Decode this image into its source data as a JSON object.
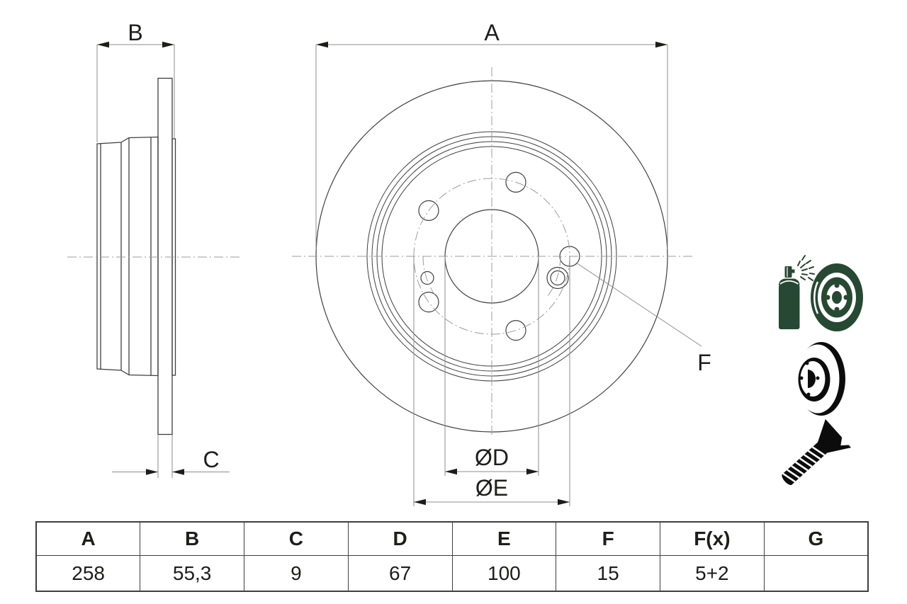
{
  "page": {
    "background": "#ffffff"
  },
  "drawing": {
    "colors": {
      "outline": "#3f3f3f",
      "dim": "#8c8c8c",
      "center": "#9c9c9c",
      "text": "#1d1d1b"
    },
    "labels": {
      "outer_diameter": "A",
      "total_width": "B",
      "thickness": "C",
      "center_bore": "ØD",
      "pitch_circle": "ØE",
      "hole_diameter": "F"
    }
  },
  "icons": {
    "spray": {
      "name": "spray-can-disc-icon",
      "color": "#274832"
    },
    "disc": {
      "name": "brake-disc-icon",
      "color": "#0c0c0c"
    },
    "screw": {
      "name": "countersunk-screw-icon",
      "color": "#0c0c0c"
    }
  },
  "dimensions_table": {
    "headers": [
      "A",
      "B",
      "C",
      "D",
      "E",
      "F",
      "F(x)",
      "G"
    ],
    "values": [
      "258",
      "55,3",
      "9",
      "67",
      "100",
      "15",
      "5+2",
      ""
    ]
  }
}
